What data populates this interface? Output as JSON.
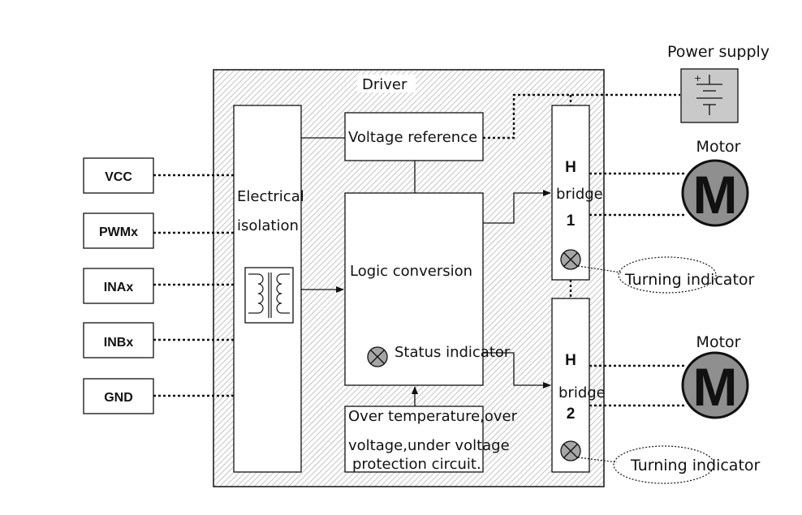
{
  "driver": {
    "title": "Driver",
    "isolation_line1": "Electrical",
    "isolation_line2": "isolation",
    "voltage_reference": "Voltage reference",
    "logic_conversion": "Logic conversion",
    "status_indicator": "Status indicator",
    "protection_line1": "Over temperature,over",
    "protection_line2": "voltage,under voltage",
    "protection_line3": "protection circuit.",
    "h_bridge_1": {
      "h": "H",
      "word": "bridge",
      "num": "1"
    },
    "h_bridge_2": {
      "h": "H",
      "word": "bridge",
      "num": "2"
    }
  },
  "pins": [
    "VCC",
    "PWMx",
    "INAx",
    "INBx",
    "GND"
  ],
  "power_supply": {
    "label": "Power supply",
    "plus": "+"
  },
  "motors": [
    {
      "label": "Motor",
      "glyph": "M"
    },
    {
      "label": "Motor",
      "glyph": "M"
    }
  ],
  "turning_indicators": [
    "Turning indicator",
    "Turning indicator"
  ],
  "colors": {
    "line": "#111111",
    "hatch": "#b5b5b5",
    "motor_fill": "#8f8f8f",
    "indicator_fill": "#a6a6a6",
    "battery_fill": "#c9c9c9"
  }
}
